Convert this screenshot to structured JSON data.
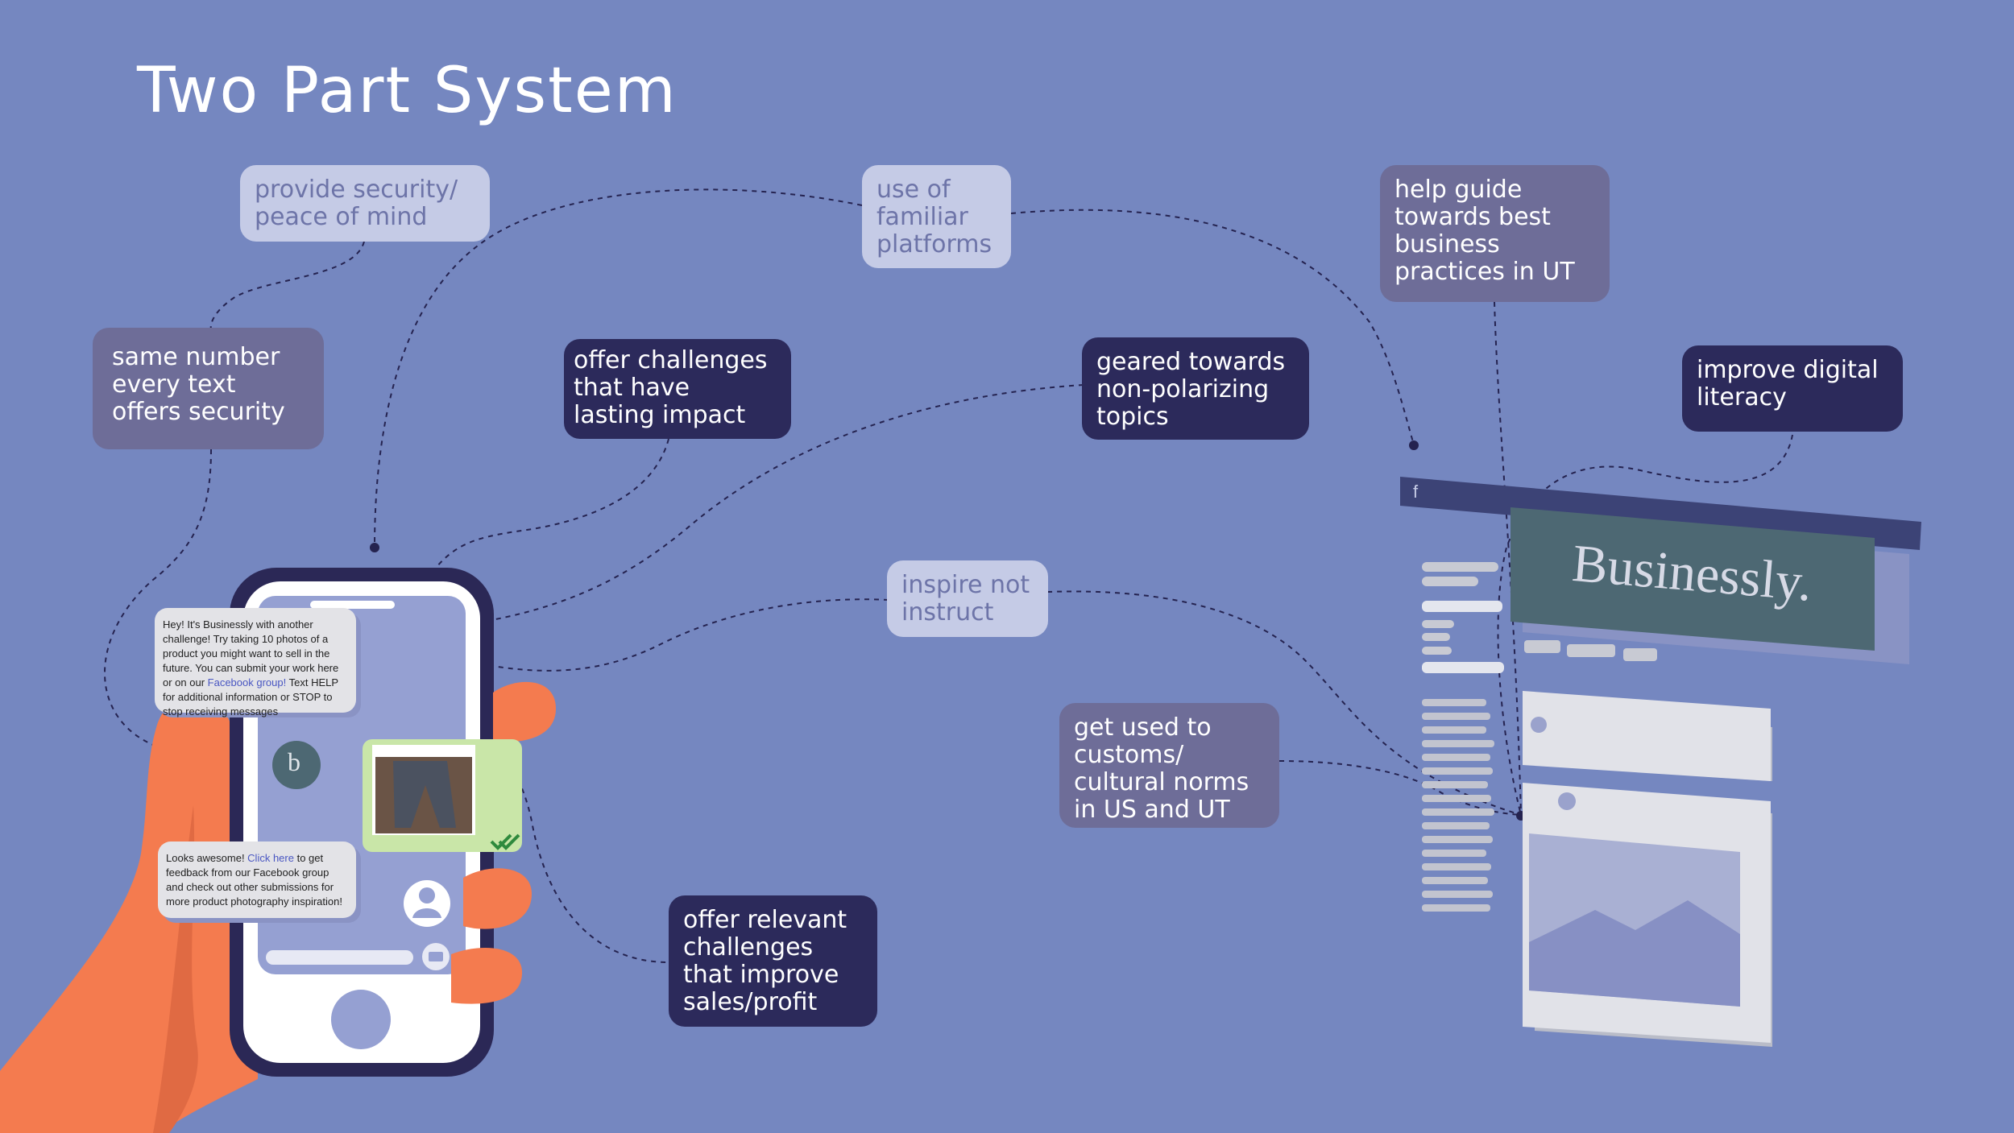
{
  "title": "Two Part System",
  "nodes": {
    "security": "provide security/\npeace of mind",
    "familiar": "use of\nfamiliar\nplatforms",
    "guide": "help guide\ntowards best\nbusiness\npractices in UT",
    "same_number": "same number\nevery text\noffers security",
    "challenges_impact": "offer challenges\nthat have\nlasting impact",
    "non_polarizing": "geared towards\nnon-polarizing\ntopics",
    "digital_literacy": "improve digital\nliteracy",
    "inspire": "inspire not\ninstruct",
    "customs": "get used to\ncustoms/\ncultural norms\nin US and UT",
    "relevant": "offer relevant\nchallenges\nthat improve\nsales/profit"
  },
  "phone": {
    "message1_a": "Hey! It's Businessly with another challenge! Try taking 10 photos of a product you might want to sell in the future. You can submit your work here or on our ",
    "message1_link": "Facebook group!",
    "message1_b": " Text HELP for additional information or STOP to stop receiving messages",
    "avatar_letter": "b",
    "message2_a": "Looks awesome! ",
    "message2_link": "Click here",
    "message2_b": " to get feedback from our Facebook group and check out other submissions for more product photography inspiration!"
  },
  "facebook": {
    "logo_letter": "f",
    "brand": "Businessly."
  },
  "colors": {
    "background": "#7587c0",
    "dark_box": "#2c2a5b",
    "mid_box": "#6e6d98",
    "light_box": "#c5cbe6",
    "hand": "#f47b4f",
    "brand_banner": "#4d6873"
  }
}
